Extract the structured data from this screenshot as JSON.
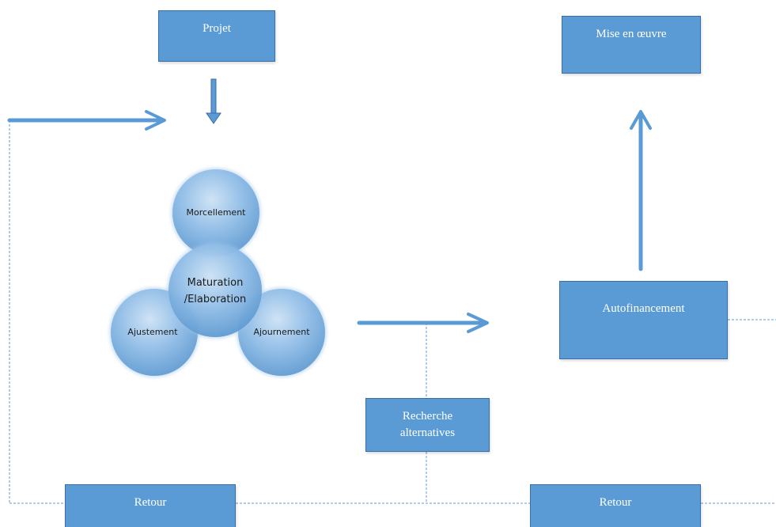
{
  "nodes": {
    "projet": "Projet",
    "mise_en_oeuvre": "Mise en œuvre",
    "autofinancement": "Autofinancement",
    "recherche_line1": "Recherche",
    "recherche_line2": "alternatives",
    "retour_left": "Retour",
    "retour_right": "Retour"
  },
  "circles": {
    "morcellement": "Morcellement",
    "maturation_line1": "Maturation",
    "maturation_line2": "/Elaboration",
    "ajustement": "Ajustement",
    "ajournement": "Ajournement"
  },
  "colors": {
    "box_fill": "#5b9bd5",
    "box_border": "#3a6ea5",
    "arrow": "#5b9bd5",
    "dashed": "#5b9bd5",
    "circle": "#7fb3e3"
  }
}
